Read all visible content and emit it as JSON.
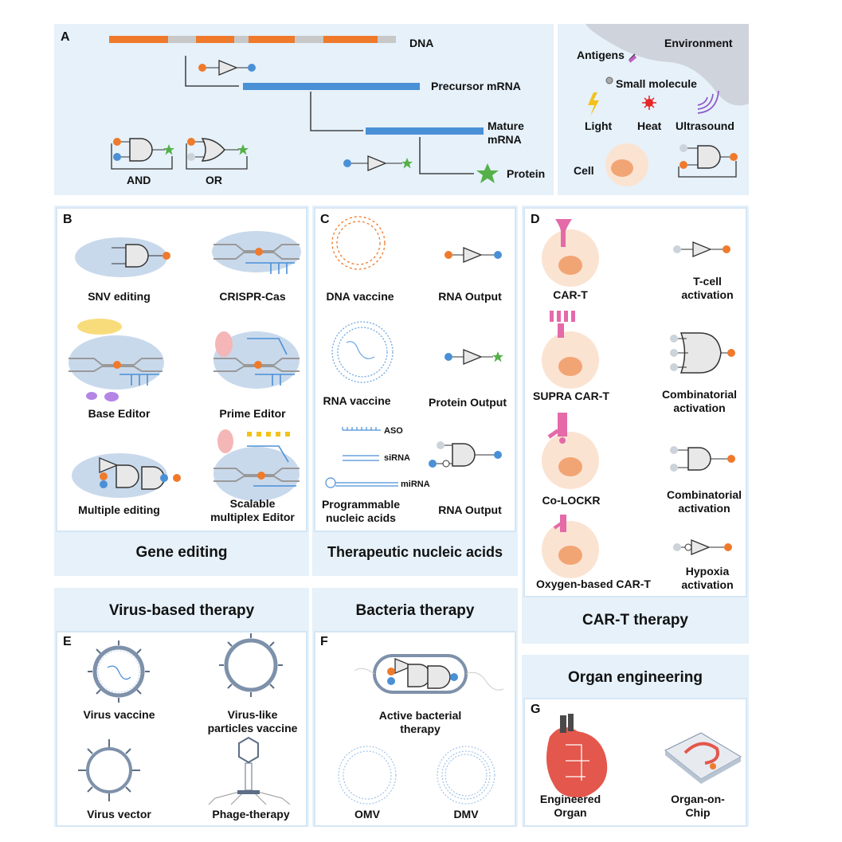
{
  "panel_a": {
    "letter": "A",
    "dna": "DNA",
    "precursor": "Precursor mRNA",
    "mature": "Mature\nmRNA",
    "protein": "Protein",
    "and_gate": "AND",
    "or_gate": "OR"
  },
  "environment": {
    "title": "Environment",
    "antigens": "Antigens",
    "small_molecule": "Small molecule",
    "light": "Light",
    "heat": "Heat",
    "ultrasound": "Ultrasound",
    "cell": "Cell"
  },
  "panel_b": {
    "letter": "B",
    "items": [
      "SNV editing",
      "CRISPR-Cas",
      "Base Editor",
      "Prime Editor",
      "Multiple editing",
      "Scalable\nmultiplex Editor"
    ],
    "title": "Gene editing"
  },
  "panel_c": {
    "letter": "C",
    "dna_vaccine": "DNA vaccine",
    "rna_output_1": "RNA Output",
    "rna_vaccine": "RNA vaccine",
    "protein_output": "Protein Output",
    "aso": "ASO",
    "sirna": "siRNA",
    "mirna": "miRNA",
    "programmable": "Programmable\nnucleic acids",
    "rna_output_2": "RNA Output",
    "title": "Therapeutic nucleic acids"
  },
  "panel_d": {
    "letter": "D",
    "cells": [
      "CAR-T",
      "SUPRA CAR-T",
      "Co-LOCKR",
      "Oxygen-based CAR-T"
    ],
    "gates": [
      "T-cell\nactivation",
      "Combinatorial\nactivation",
      "Combinatorial\nactivation",
      "Hypoxia\nactivation"
    ],
    "title": "CAR-T therapy"
  },
  "panel_e": {
    "letter": "E",
    "header": "Virus-based therapy",
    "items": [
      "Virus vaccine",
      "Virus-like\nparticles vaccine",
      "Virus vector",
      "Phage-therapy"
    ]
  },
  "panel_f": {
    "letter": "F",
    "header": "Bacteria therapy",
    "items": [
      "Active bacterial\ntherapy",
      "OMV",
      "DMV"
    ]
  },
  "panel_g": {
    "letter": "G",
    "header": "Organ engineering",
    "items": [
      "Engineered\nOrgan",
      "Organ-on-\nChip"
    ]
  },
  "colors": {
    "orange": "#ef7a2c",
    "blue": "#4a90d6",
    "light_blue_bg": "#e6f1fa",
    "pink": "#e46aa8",
    "cell": "#fbe3d2",
    "green": "#55b04a"
  }
}
